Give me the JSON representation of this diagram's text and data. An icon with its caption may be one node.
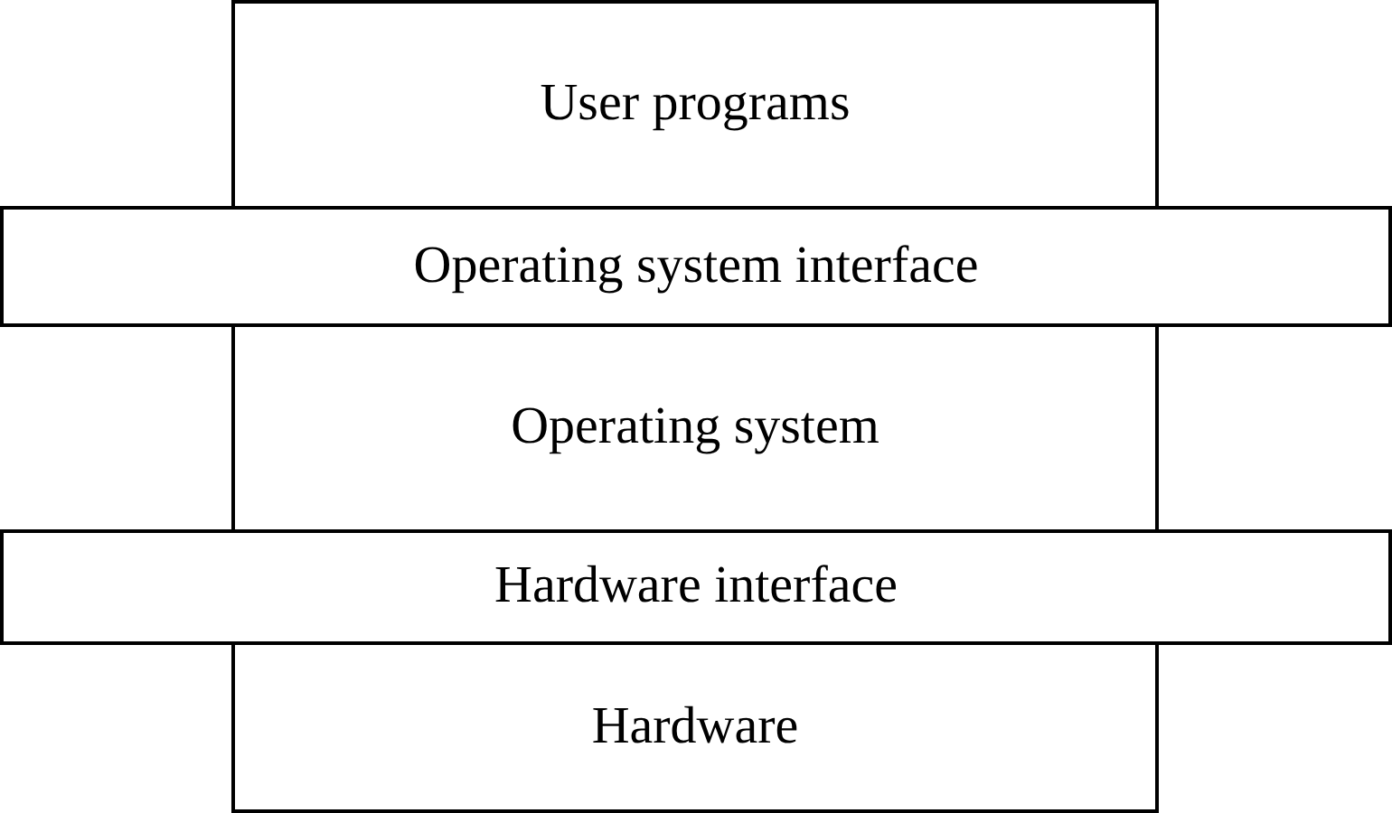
{
  "diagram": {
    "nodes": [
      {
        "text": [
          "User programs"
        ]
      },
      {
        "text": [
          "Operating system interface"
        ]
      },
      {
        "text": [
          "Operating system"
        ]
      },
      {
        "text": [
          "Hardware interface"
        ]
      },
      {
        "text": [
          "Hardware"
        ]
      }
    ]
  }
}
